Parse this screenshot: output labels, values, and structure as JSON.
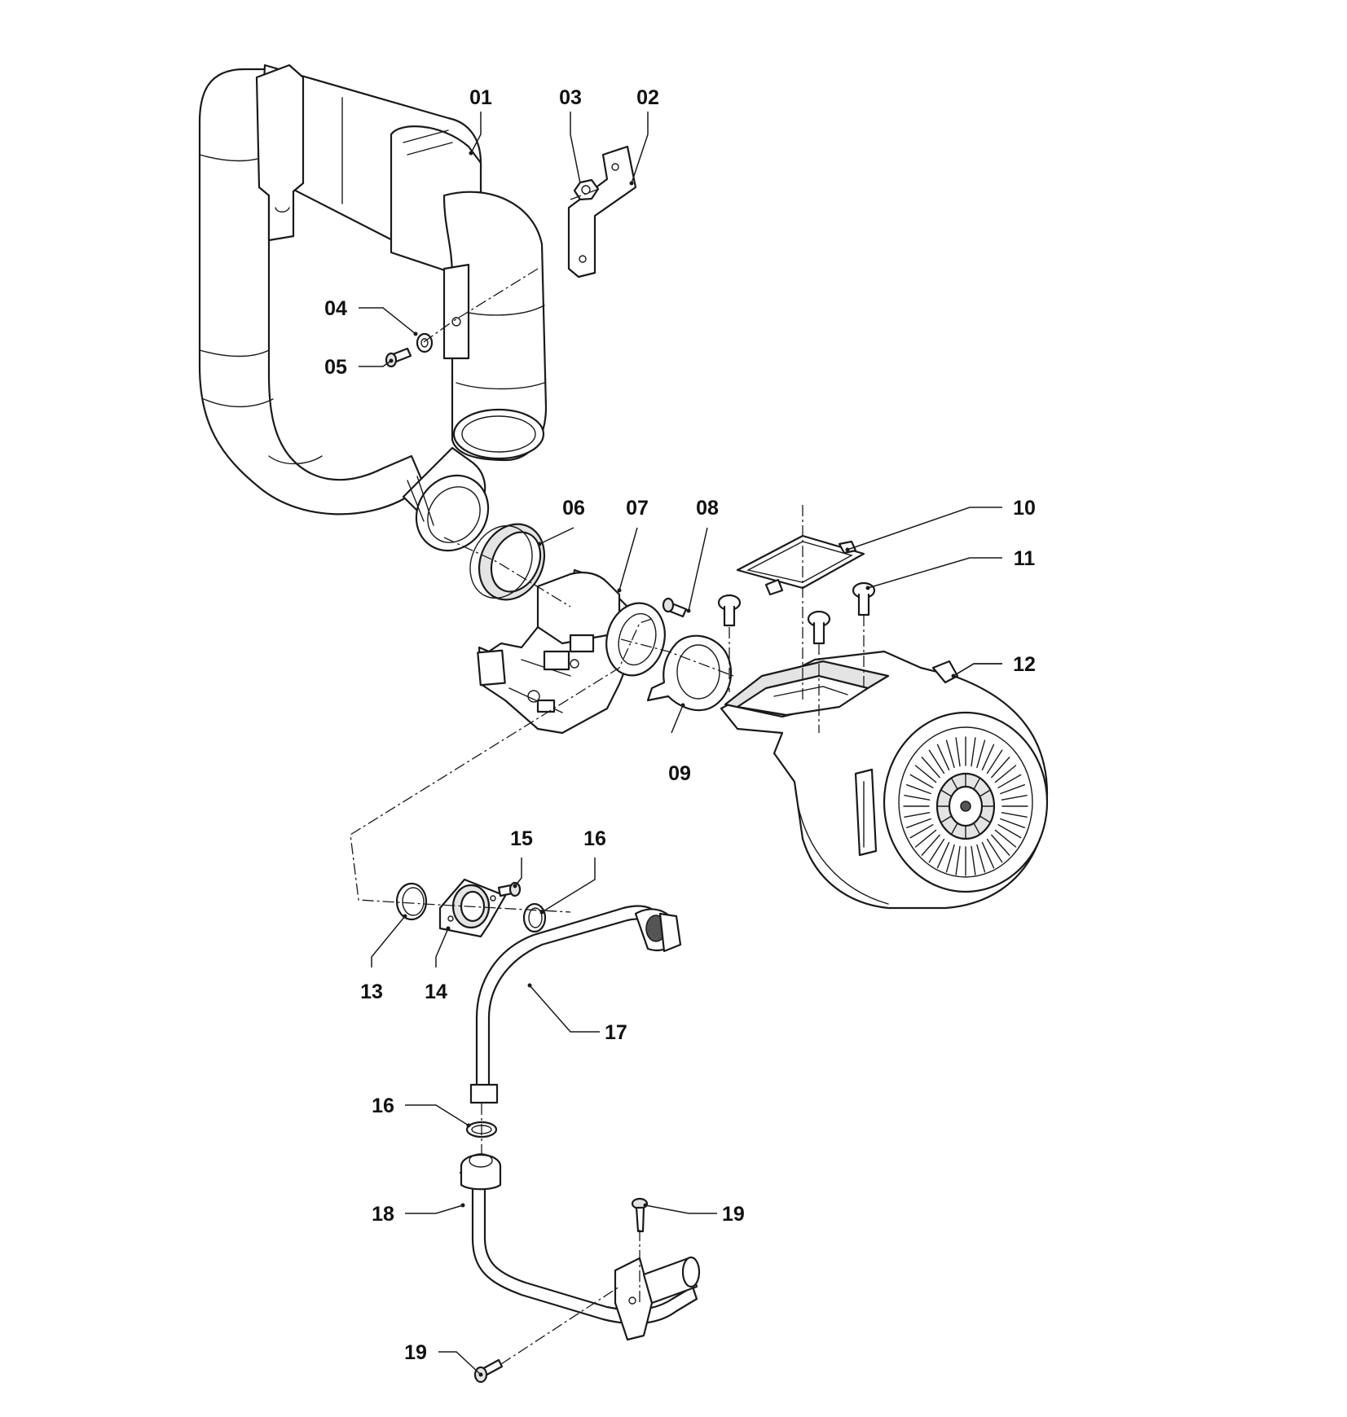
{
  "callouts": [
    {
      "id": "c01",
      "label": "01"
    },
    {
      "id": "c02",
      "label": "02"
    },
    {
      "id": "c03",
      "label": "03"
    },
    {
      "id": "c04",
      "label": "04"
    },
    {
      "id": "c05",
      "label": "05"
    },
    {
      "id": "c06",
      "label": "06"
    },
    {
      "id": "c07",
      "label": "07"
    },
    {
      "id": "c08",
      "label": "08"
    },
    {
      "id": "c09",
      "label": "09"
    },
    {
      "id": "c10",
      "label": "10"
    },
    {
      "id": "c11",
      "label": "11"
    },
    {
      "id": "c12",
      "label": "12"
    },
    {
      "id": "c13",
      "label": "13"
    },
    {
      "id": "c14",
      "label": "14"
    },
    {
      "id": "c15",
      "label": "15"
    },
    {
      "id": "c16a",
      "label": "16"
    },
    {
      "id": "c16b",
      "label": "16"
    },
    {
      "id": "c17",
      "label": "17"
    },
    {
      "id": "c18",
      "label": "18"
    },
    {
      "id": "c19a",
      "label": "19"
    },
    {
      "id": "c19b",
      "label": "19"
    }
  ]
}
